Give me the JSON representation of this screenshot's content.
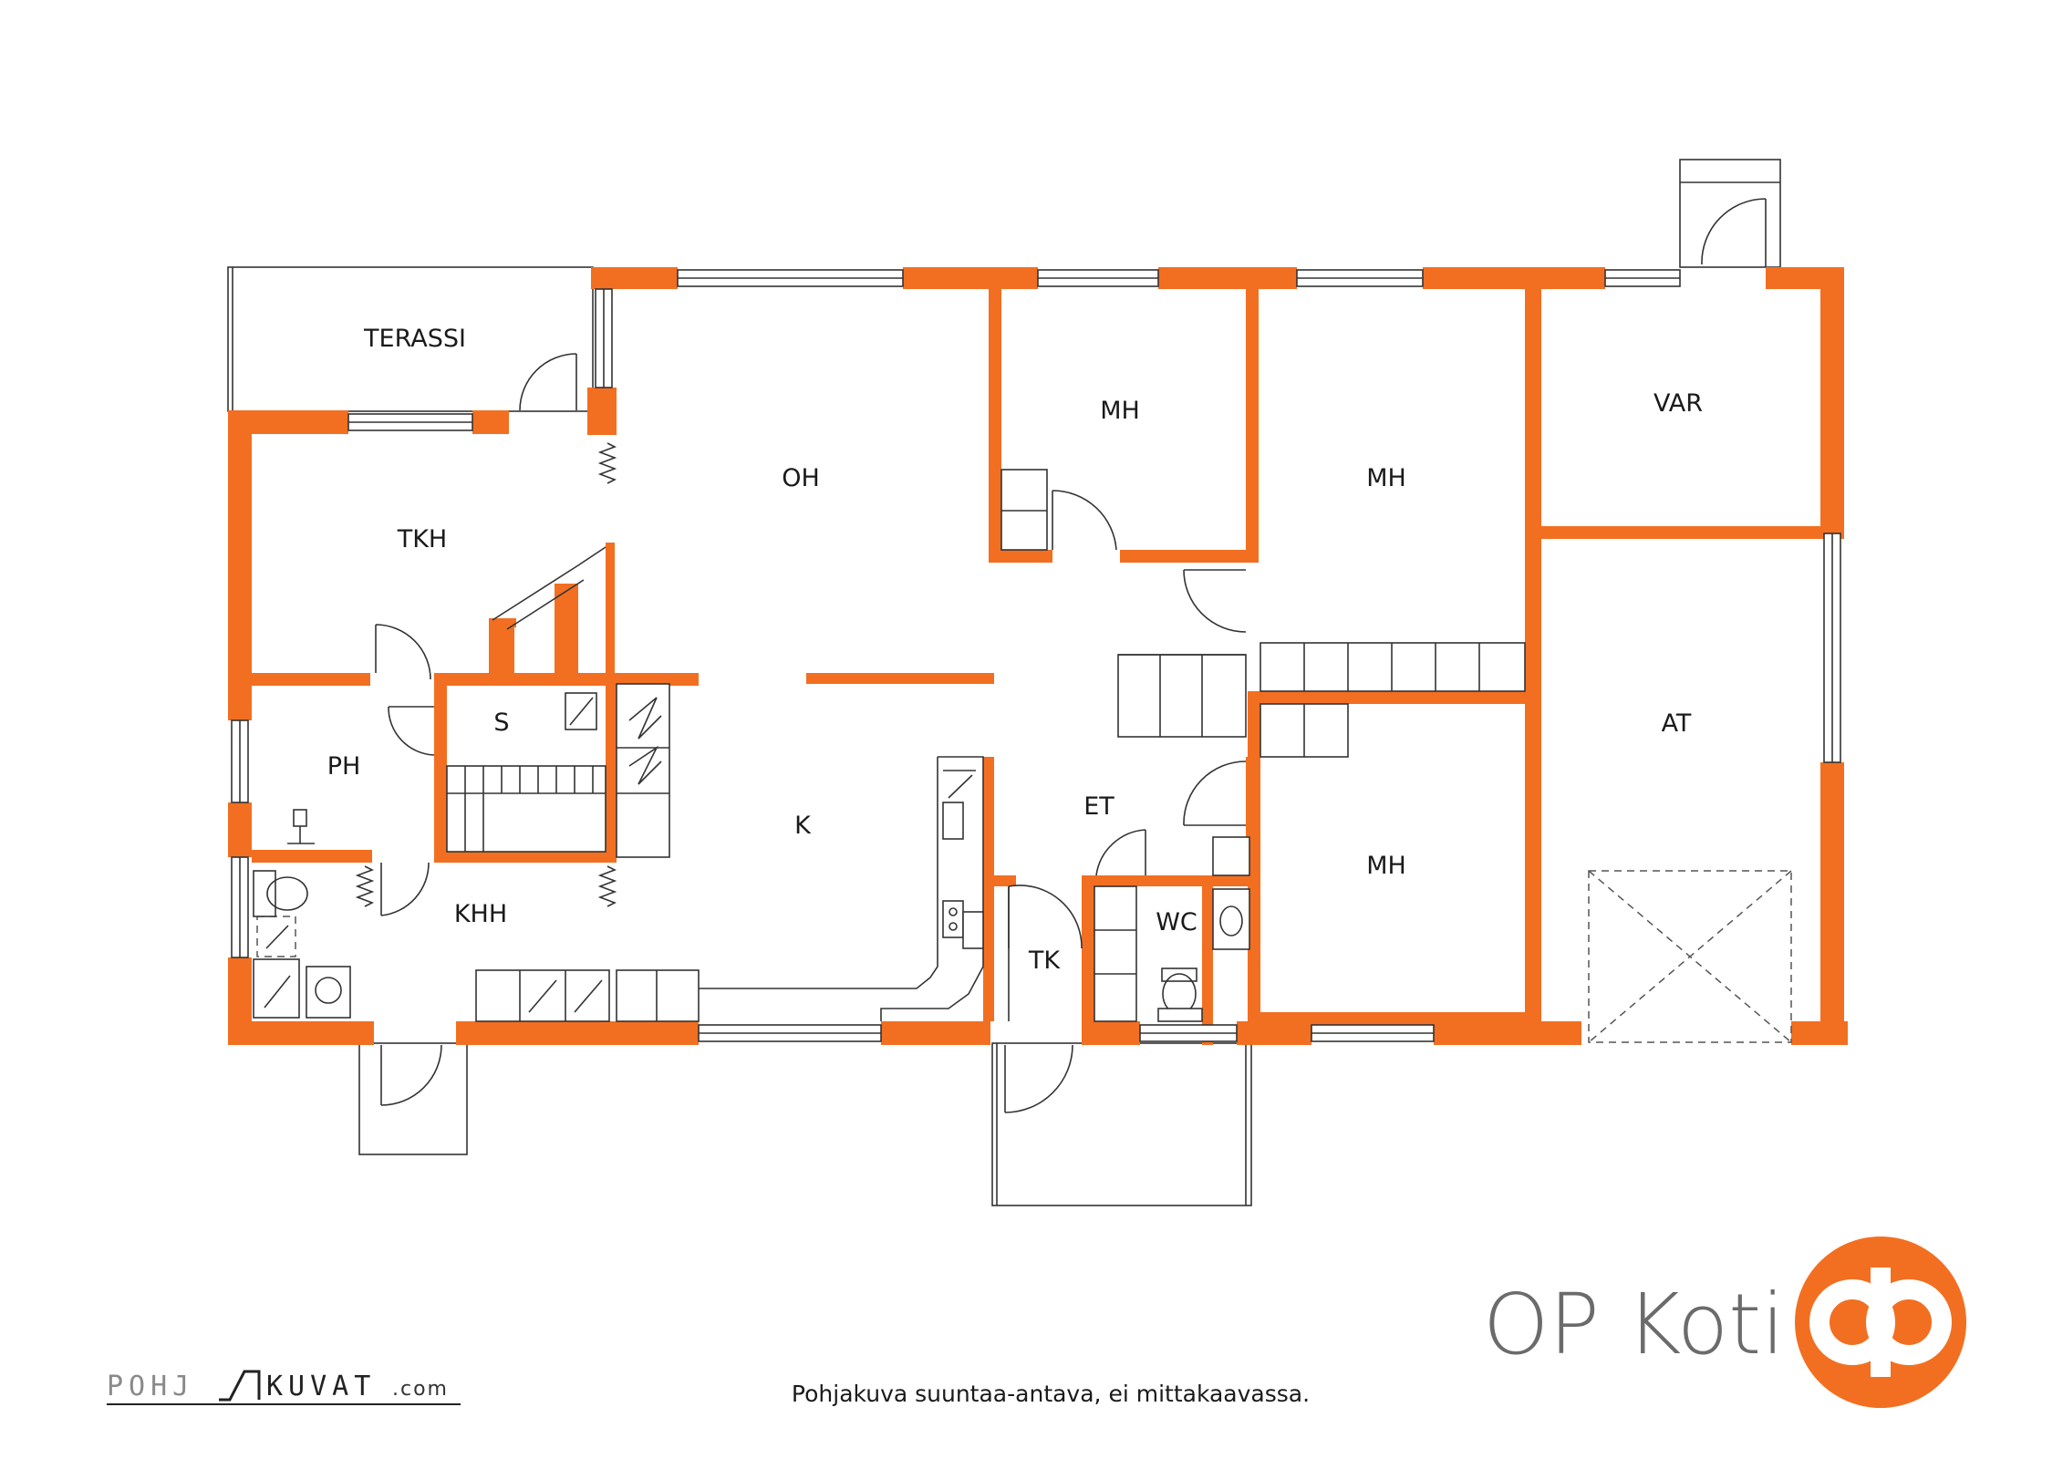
{
  "rooms": {
    "terassi": "TERASSI",
    "tkh": "TKH",
    "oh": "OH",
    "mh1": "MH",
    "mh2": "MH",
    "mh3": "MH",
    "var": "VAR",
    "at": "AT",
    "s": "S",
    "ph": "PH",
    "k": "K",
    "et": "ET",
    "khh": "KHH",
    "tk": "TK",
    "wc": "WC"
  },
  "brand": {
    "name": "OP Koti",
    "accent": "#f26f21",
    "text_color": "#6b6b6b"
  },
  "credit": {
    "prefix": "POHJ",
    "suffix": "KUVAT",
    "domain": ".com"
  },
  "disclaimer": "Pohjakuva suuntaa-antava, ei mittakaavassa."
}
